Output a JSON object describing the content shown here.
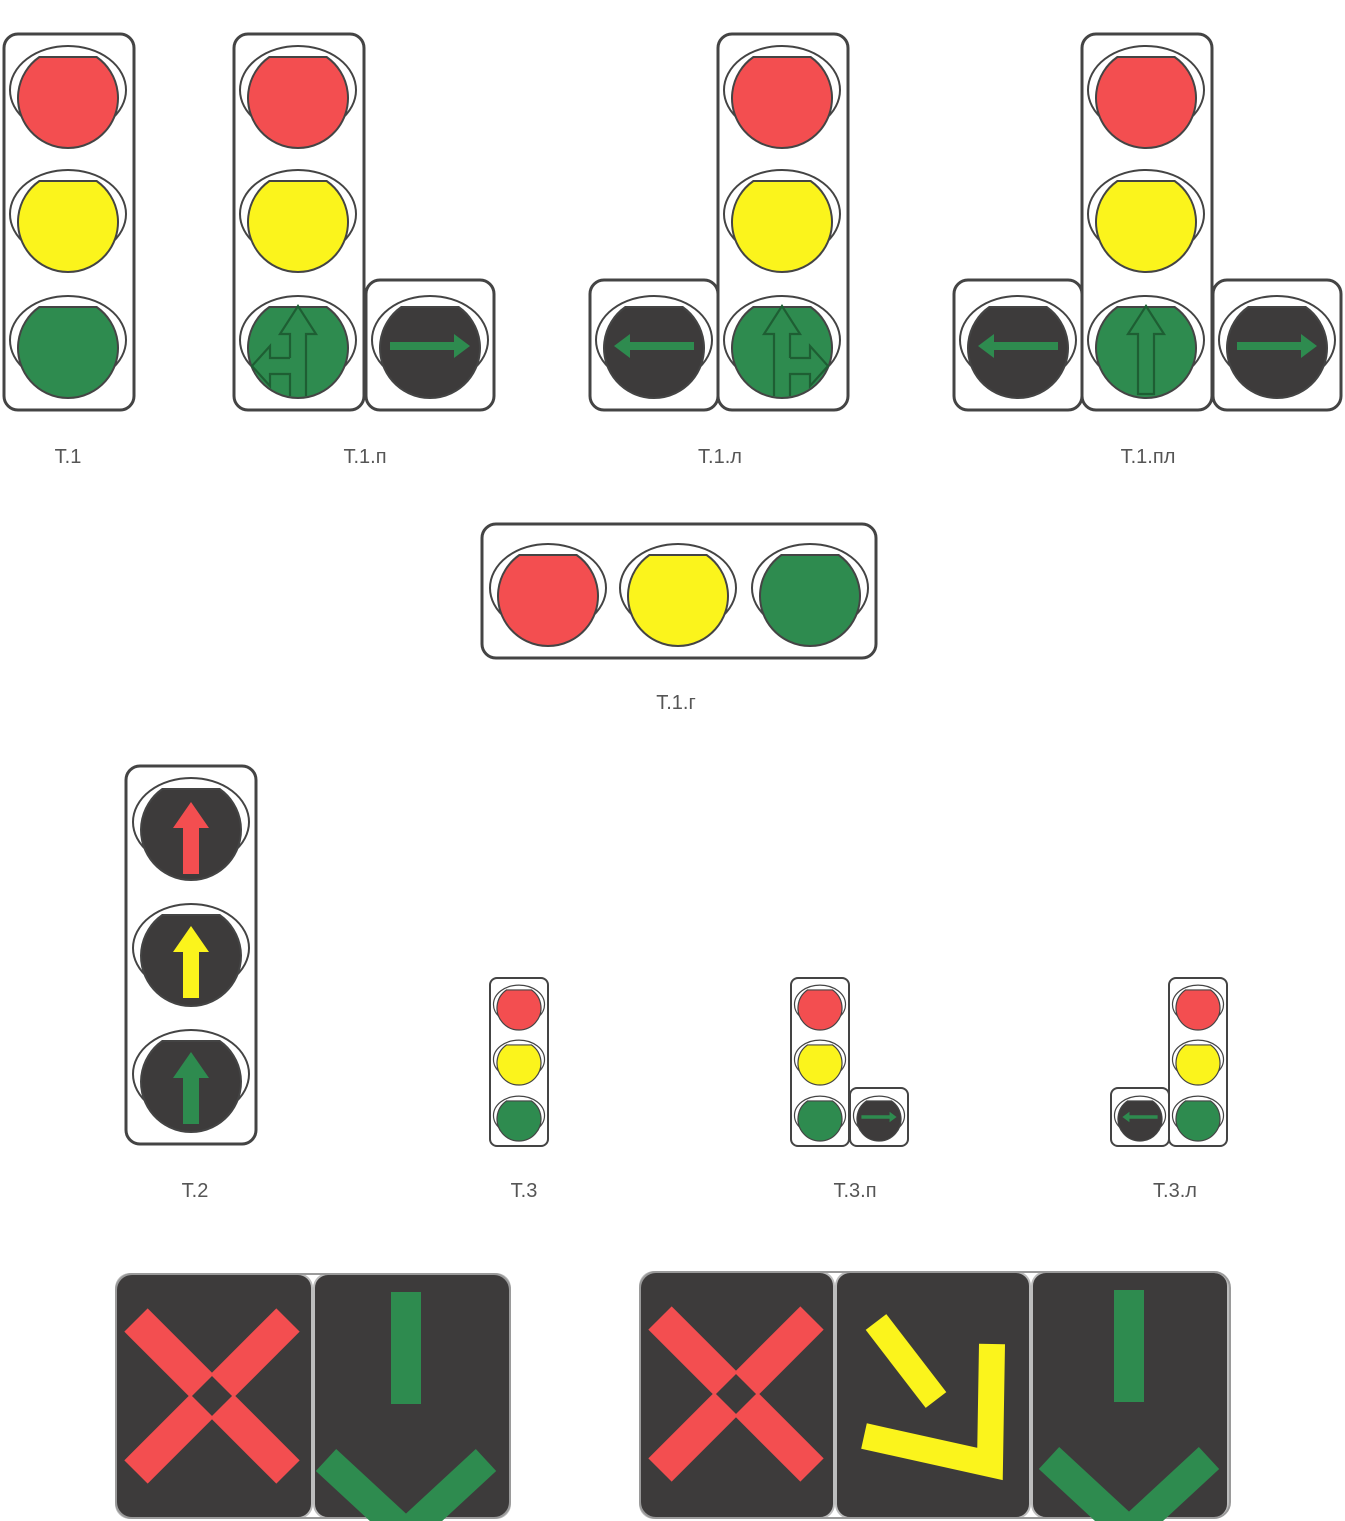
{
  "colors": {
    "red": "#f34e50",
    "yellow": "#fbf41c",
    "green": "#2e8b4f",
    "dark": "#3d3b3b",
    "outline": "#444444"
  },
  "labels": {
    "t1": "Т.1",
    "t1p": "Т.1.п",
    "t1l": "Т.1.л",
    "t1pl": "Т.1.пл",
    "t1g": "Т.1.г",
    "t2": "Т.2",
    "t3": "Т.3",
    "t3p": "Т.3.п",
    "t3l": "Т.3.л"
  }
}
